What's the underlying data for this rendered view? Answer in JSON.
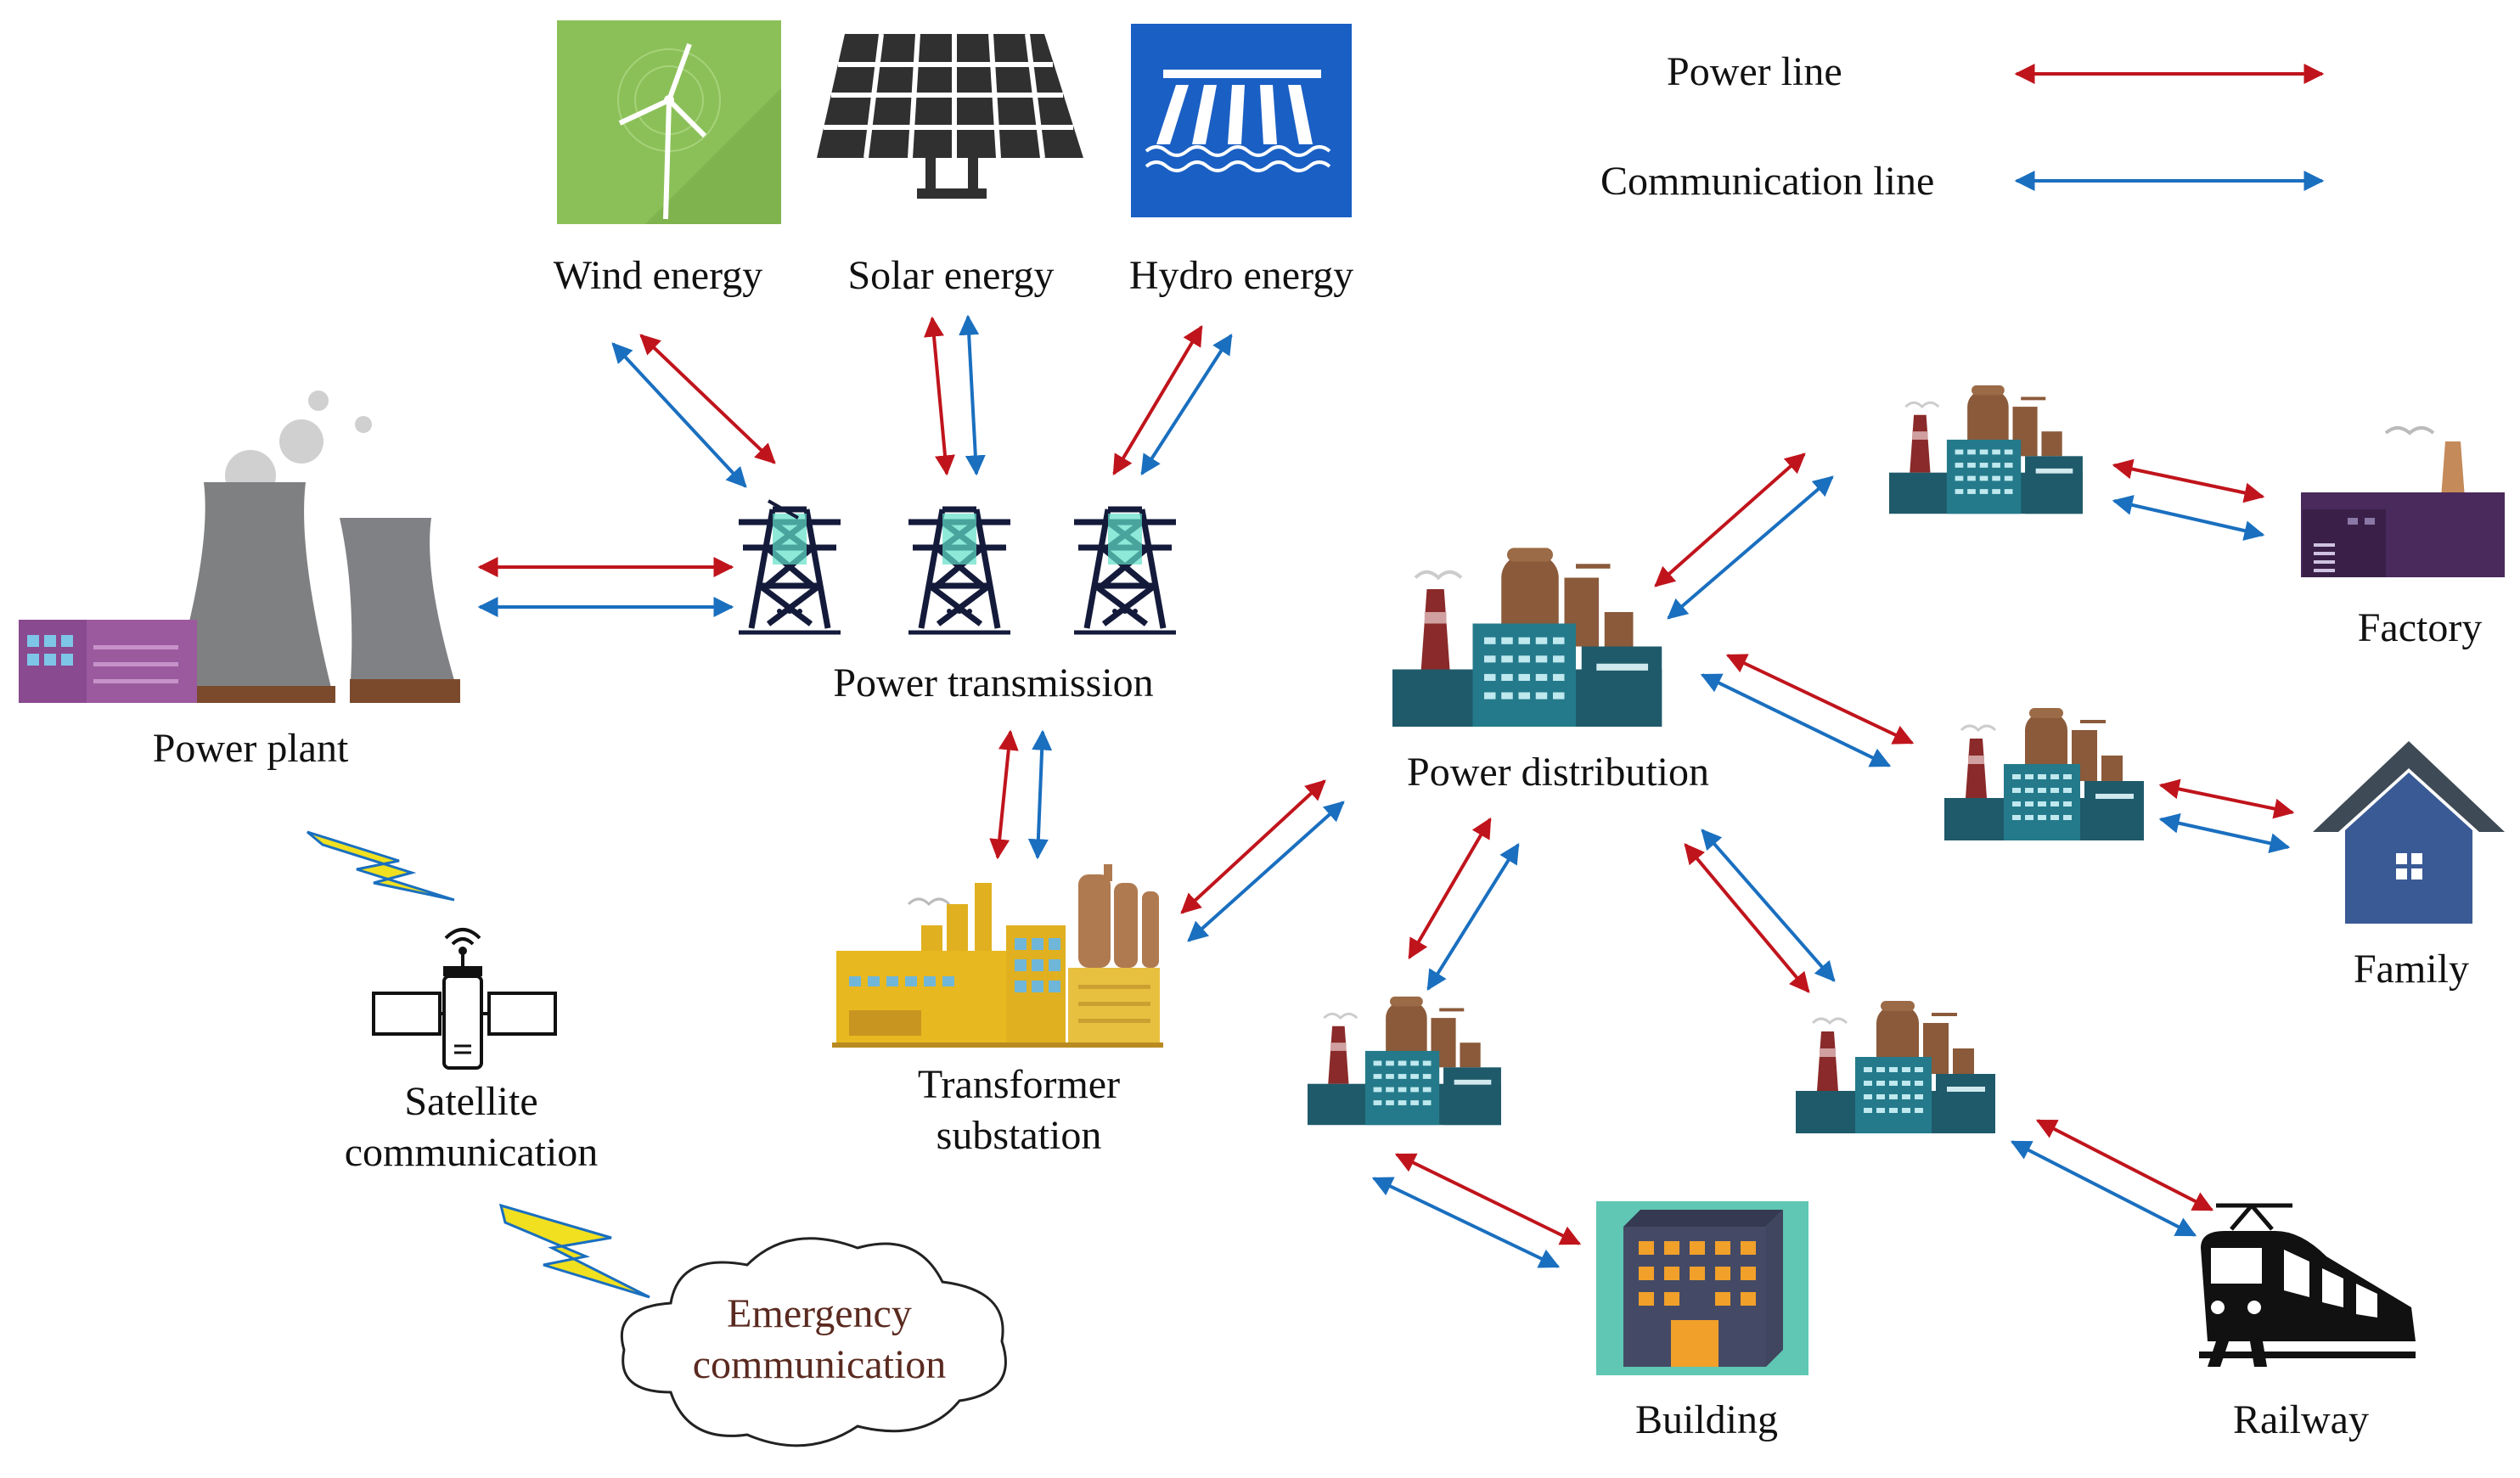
{
  "legend": {
    "power_line": "Power line",
    "communication_line": "Communication line"
  },
  "colors": {
    "power_line": "#c0141c",
    "communication_line": "#1a6fbf"
  },
  "labels": {
    "wind": "Wind energy",
    "solar": "Solar energy",
    "hydro": "Hydro energy",
    "power_plant": "Power plant",
    "power_transmission": "Power transmission",
    "power_distribution": "Power distribution",
    "transformer_line1": "Transformer",
    "transformer_line2": "substation",
    "satellite_line1": "Satellite",
    "satellite_line2": "communication",
    "emergency_line1": "Emergency",
    "emergency_line2": "communication",
    "factory": "Factory",
    "family": "Family",
    "building": "Building",
    "railway": "Railway"
  }
}
